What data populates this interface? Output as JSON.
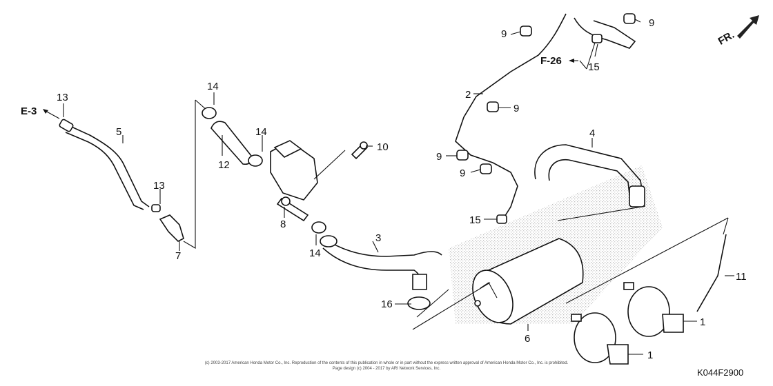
{
  "diagram": {
    "code": "K044F2900",
    "copyright_line1": "(c) 2003-2017 American Honda Motor Co., Inc. Reproduction of the contents of this publication in whole or in part without the express written approval of American Honda Motor Co., Inc. is prohibited.",
    "copyright_line2": "Page design (c) 2004 - 2017 by ARI Network Services, Inc.",
    "front_indicator": "FR.",
    "refs": {
      "e3": "E-3",
      "f26": "F-26"
    },
    "callouts": {
      "c1a": "1",
      "c1b": "1",
      "c2": "2",
      "c3": "3",
      "c4": "4",
      "c5": "5",
      "c6": "6",
      "c7": "7",
      "c8": "8",
      "c9a": "9",
      "c9b": "9",
      "c9c": "9",
      "c9d": "9",
      "c9e": "9",
      "c10": "10",
      "c11": "11",
      "c12": "12",
      "c13a": "13",
      "c13b": "13",
      "c14a": "14",
      "c14b": "14",
      "c14c": "14",
      "c15a": "15",
      "c15b": "15",
      "c16": "16"
    }
  }
}
